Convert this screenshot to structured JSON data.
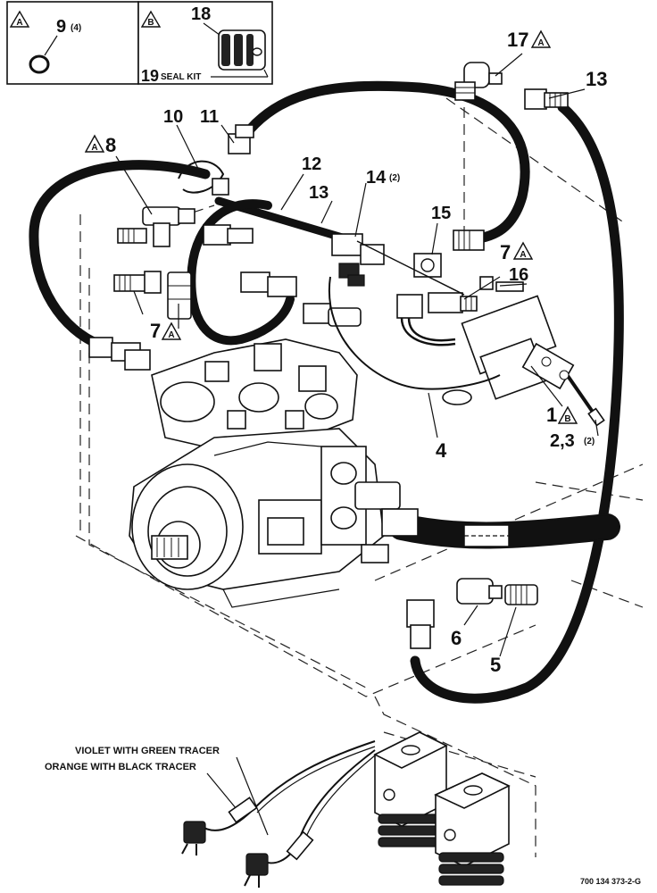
{
  "insets": {
    "a": {
      "note": "A",
      "callout": "9",
      "qty": "(4)"
    },
    "b": {
      "note": "B",
      "callout": "18",
      "seal_callout": "19",
      "seal_label": "SEAL KIT"
    }
  },
  "callouts": {
    "c1": "1",
    "c1_note": "B",
    "c2": "2,3",
    "c2_qty": "(2)",
    "c4": "4",
    "c5": "5",
    "c6": "6",
    "c7a": "7",
    "c7a_note": "A",
    "c7b": "7",
    "c7b_note": "A",
    "c8": "8",
    "c8_note": "A",
    "c10": "10",
    "c11": "11",
    "c12": "12",
    "c13a": "13",
    "c13b": "13",
    "c14": "14",
    "c14_qty": "(2)",
    "c15": "15",
    "c16": "16",
    "c17": "17",
    "c17_note": "A"
  },
  "wire_labels": {
    "violet": "VIOLET WITH GREEN TRACER",
    "orange": "ORANGE WITH BLACK TRACER"
  },
  "drawing_number": "700 134 373-2-G"
}
